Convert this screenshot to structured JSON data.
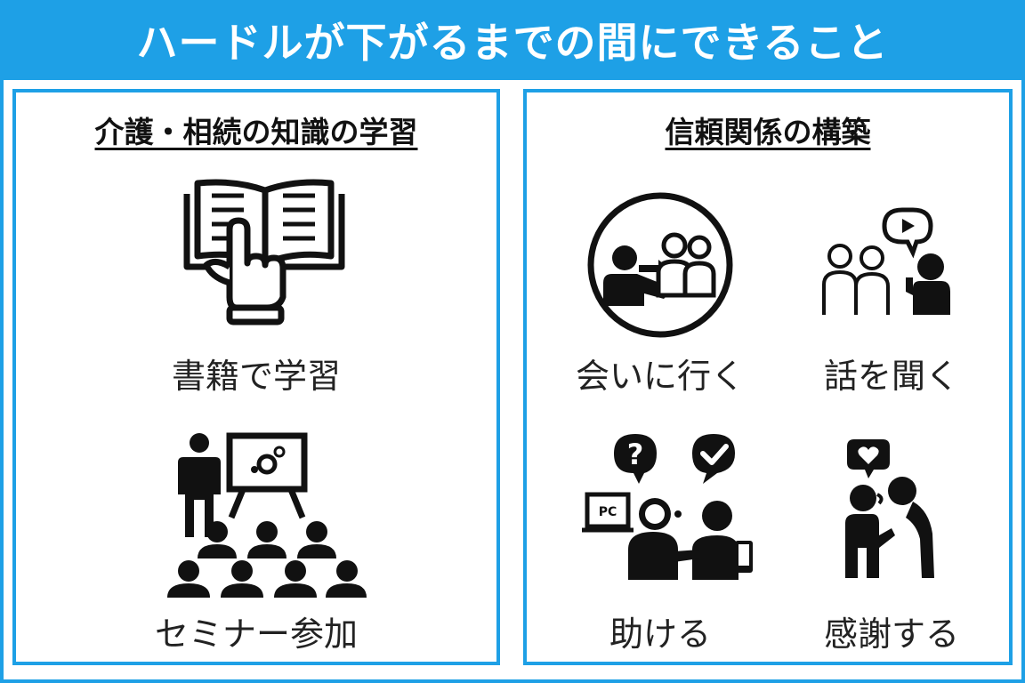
{
  "title": "ハードルが下がるまでの間にできること",
  "left_panel": {
    "heading": "介護・相続の知識の学習",
    "items": [
      {
        "label": "書籍で学習",
        "icon": "book-pointing-hand-icon"
      },
      {
        "label": "セミナー参加",
        "icon": "seminar-presentation-icon"
      }
    ]
  },
  "right_panel": {
    "heading": "信頼関係の構築",
    "items": [
      {
        "label": "会いに行く",
        "icon": "visit-people-icon"
      },
      {
        "label": "話を聞く",
        "icon": "listen-speech-icon"
      },
      {
        "label": "助ける",
        "icon": "help-question-check-icon",
        "pc_text": "PC"
      },
      {
        "label": "感謝する",
        "icon": "thank-heart-bow-icon"
      }
    ]
  },
  "colors": {
    "accent": "#1ea0e6",
    "icon": "#111111",
    "background": "#ffffff"
  }
}
